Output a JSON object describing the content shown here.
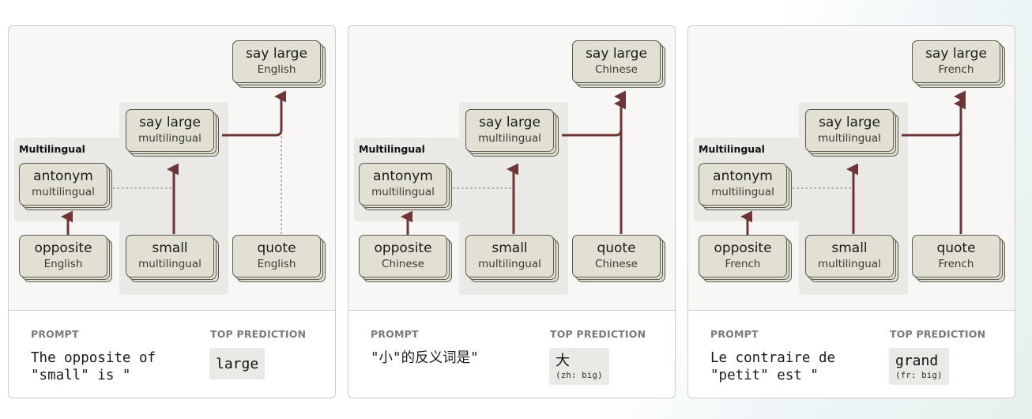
{
  "colors": {
    "edge": "#6e3436",
    "dotted": "#9e9b96",
    "node_fill": "#e2e0d2",
    "region_fill": "#ebe9e5"
  },
  "panels": [
    {
      "multilingual_label": "Multilingual",
      "nodes": {
        "say_large_top": {
          "title": "say large",
          "sub": "English"
        },
        "say_large_mid": {
          "title": "say large",
          "sub": "multilingual"
        },
        "antonym": {
          "title": "antonym",
          "sub": "multilingual"
        },
        "opposite": {
          "title": "opposite",
          "sub": "English"
        },
        "small": {
          "title": "small",
          "sub": "multilingual"
        },
        "quote": {
          "title": "quote",
          "sub": "English"
        }
      },
      "quote_connection": "dotted",
      "prompt_label": "PROMPT",
      "prompt": "The opposite of \"small\" is \"",
      "prediction_label": "TOP PREDICTION",
      "prediction": "large",
      "prediction_note": ""
    },
    {
      "multilingual_label": "Multilingual",
      "nodes": {
        "say_large_top": {
          "title": "say large",
          "sub": "Chinese"
        },
        "say_large_mid": {
          "title": "say large",
          "sub": "multilingual"
        },
        "antonym": {
          "title": "antonym",
          "sub": "multilingual"
        },
        "opposite": {
          "title": "opposite",
          "sub": "Chinese"
        },
        "small": {
          "title": "small",
          "sub": "multilingual"
        },
        "quote": {
          "title": "quote",
          "sub": "Chinese"
        }
      },
      "quote_connection": "solid",
      "prompt_label": "PROMPT",
      "prompt": "\"小\"的反义词是\"",
      "prediction_label": "TOP PREDICTION",
      "prediction": "大",
      "prediction_note": "(zh: big)"
    },
    {
      "multilingual_label": "Multilingual",
      "nodes": {
        "say_large_top": {
          "title": "say large",
          "sub": "French"
        },
        "say_large_mid": {
          "title": "say large",
          "sub": "multilingual"
        },
        "antonym": {
          "title": "antonym",
          "sub": "multilingual"
        },
        "opposite": {
          "title": "opposite",
          "sub": "French"
        },
        "small": {
          "title": "small",
          "sub": "multilingual"
        },
        "quote": {
          "title": "quote",
          "sub": "French"
        }
      },
      "quote_connection": "solid",
      "prompt_label": "PROMPT",
      "prompt": "Le contraire de \"petit\" est \"",
      "prediction_label": "TOP PREDICTION",
      "prediction": "grand",
      "prediction_note": "(fr: big)"
    }
  ]
}
